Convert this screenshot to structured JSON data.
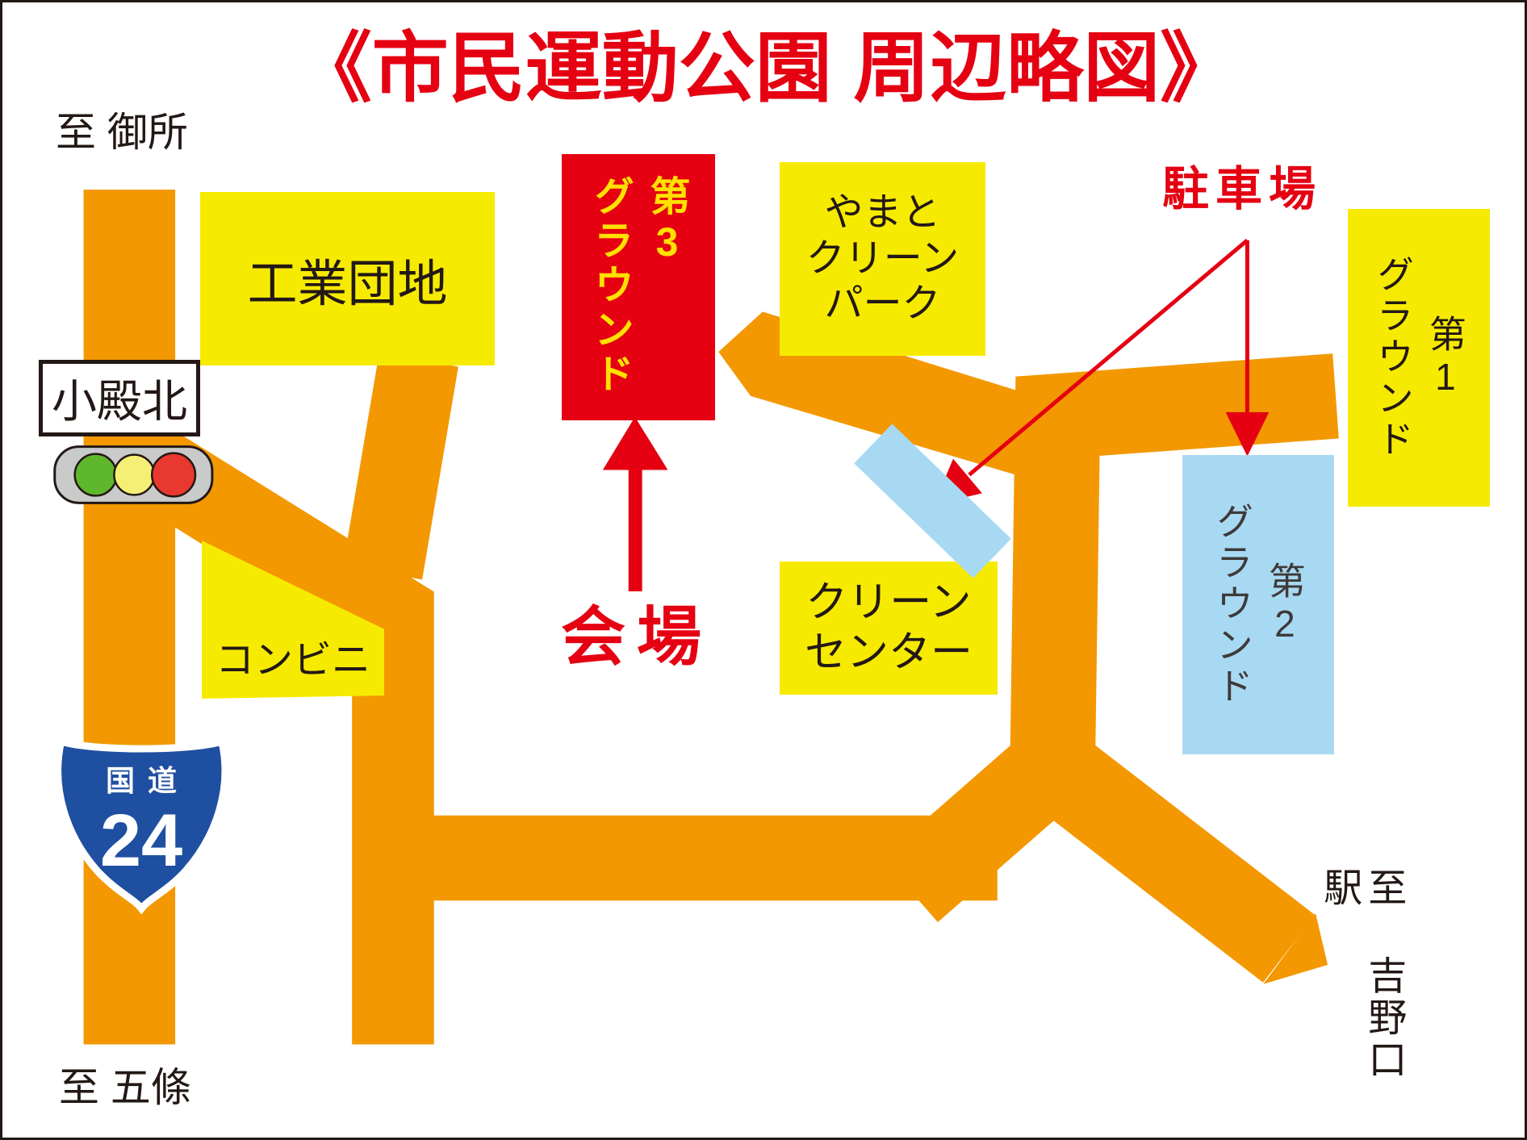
{
  "title": "《市民運動公園 周辺略図》",
  "directions": {
    "north": "至 御所",
    "south": "至 五條",
    "station": "至 吉野口駅"
  },
  "intersection": {
    "name": "小殿北"
  },
  "route_sign": {
    "category": "国道",
    "number": "24"
  },
  "places": {
    "industrial_park": "工業団地",
    "convenience_store": "コンビニ",
    "yamato_clean_park": "やまと\nクリーン\nパーク",
    "clean_center": "クリーン\nセンター",
    "ground1": {
      "no": "第1",
      "name": "グラウンド"
    },
    "ground2": {
      "no": "第2",
      "name": "グラウンド"
    },
    "ground3": {
      "no": "第3",
      "name": "グラウンド"
    }
  },
  "annotations": {
    "venue": "会場",
    "parking": "駐車場"
  },
  "colors": {
    "road_orange": "#F39800",
    "block_yellow": "#F6EB00",
    "accent_red": "#E50012",
    "ground3_text_yellow": "#FFE100",
    "parking_blue": "#A8D9F3",
    "route_shield_blue": "#1F4FA1",
    "text_black": "#231815"
  }
}
